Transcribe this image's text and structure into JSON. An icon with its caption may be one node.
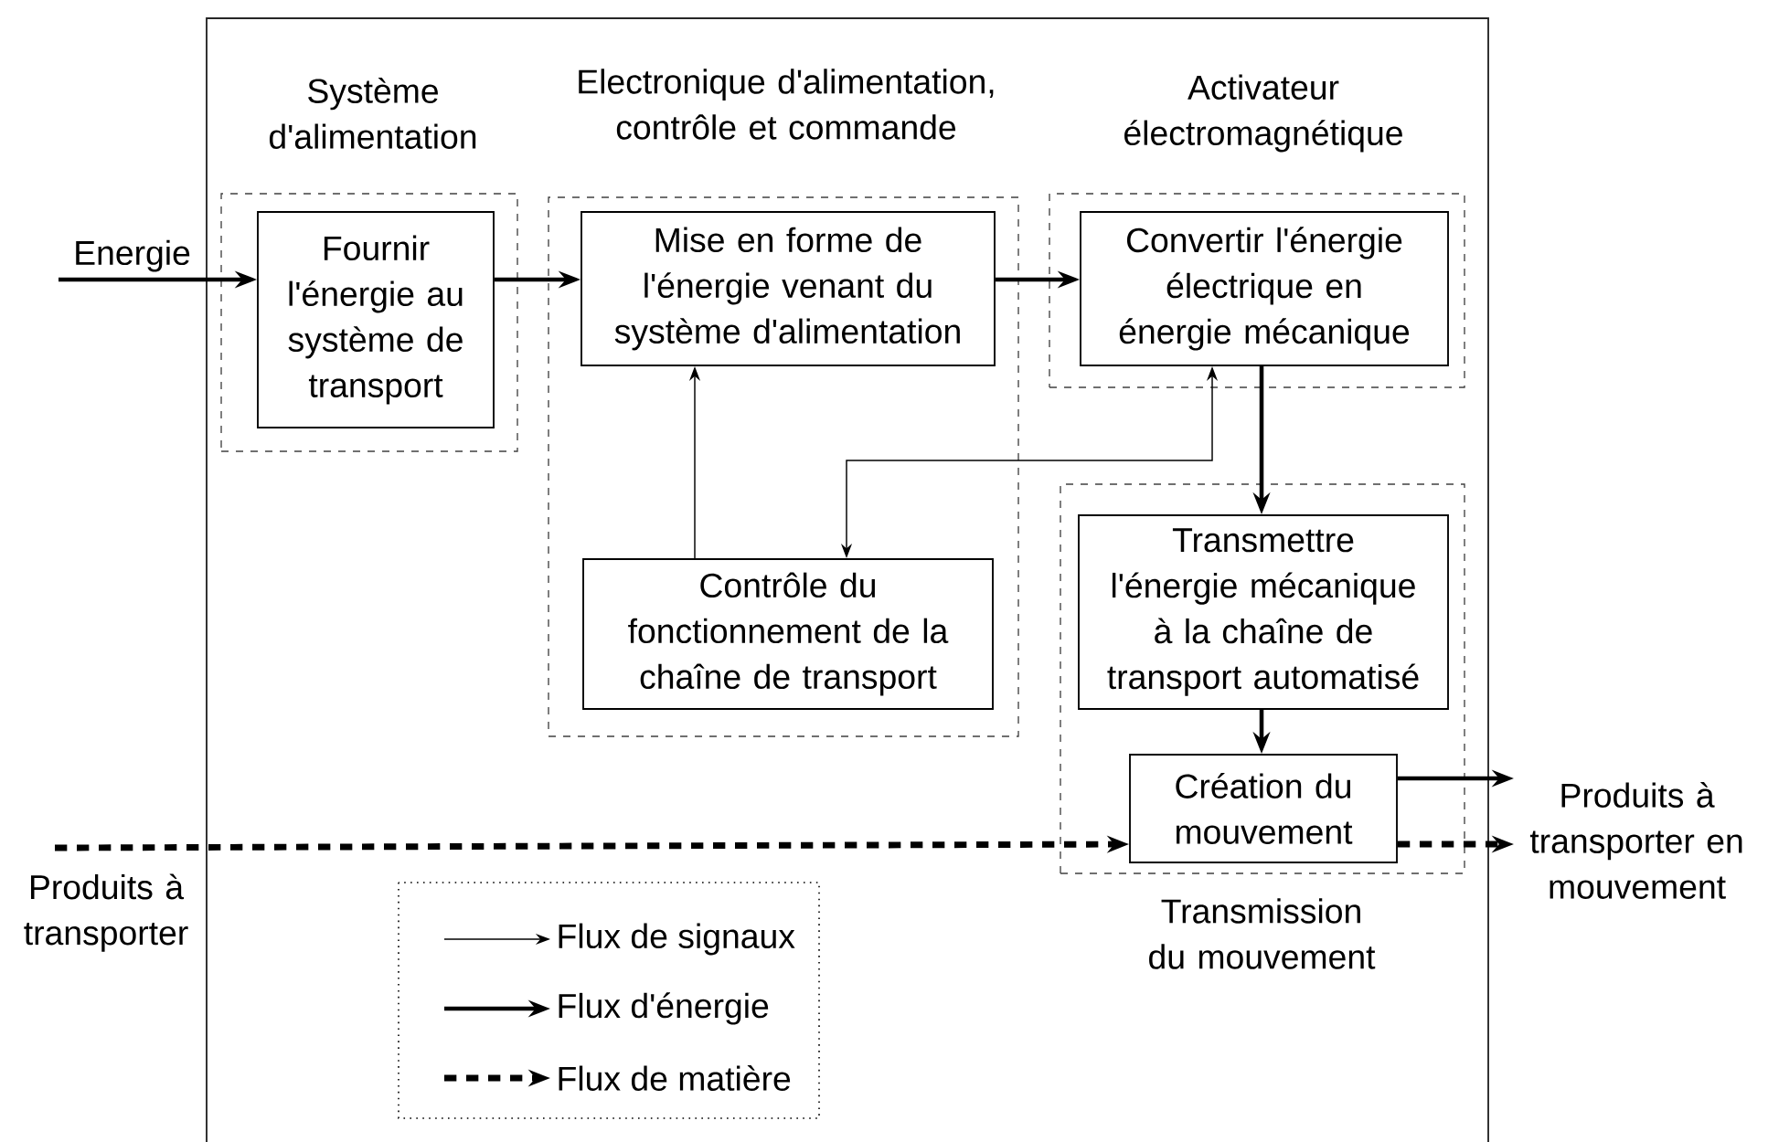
{
  "diagram": {
    "nodes": [
      {
        "text": [
          "Système d'alimentation"
        ]
      },
      {
        "text": [
          "Fournir l'énergie au système de transport"
        ],
        "in": 0
      },
      {
        "text": [
          "Electronique d'alimentation, contrôle et commande"
        ]
      },
      {
        "text": [
          "Mise en forme de l'énergie venant du système d'alimentation"
        ],
        "in": 2
      },
      {
        "text": [
          "Contrôle du fonctionnement de la chaîne de transport"
        ],
        "in": 2
      },
      {
        "text": [
          "Activateur électromagnétique"
        ]
      },
      {
        "text": [
          "Convertir l'énergie électrique en énergie mécanique"
        ],
        "in": 5
      },
      {
        "text": [
          "Transmission du mouvement"
        ]
      },
      {
        "text": [
          "Transmettre l'énergie mécanique à la chaîne de transport automatisé"
        ],
        "in": 7
      },
      {
        "text": [
          "Création du mouvement"
        ],
        "in": 7
      },
      {
        "text": [
          "Energie"
        ]
      },
      {
        "text": [
          "Produits à transporter"
        ]
      },
      {
        "text": [
          "Produits à transporter en mouvement"
        ]
      }
    ],
    "edges": [
      {
        "from": 10,
        "to": 1,
        "arrow": "to"
      },
      {
        "from": 1,
        "to": 3,
        "arrow": "to"
      },
      {
        "from": 3,
        "to": 6,
        "arrow": "to"
      },
      {
        "from": 4,
        "to": 3,
        "arrow": "to"
      },
      {
        "from": 4,
        "to": 6,
        "arrow": "both"
      },
      {
        "from": 6,
        "to": 8,
        "arrow": "to"
      },
      {
        "from": 8,
        "to": 9,
        "arrow": "to"
      },
      {
        "from": 9,
        "to": 12,
        "arrow": "to"
      },
      {
        "from": 11,
        "to": 9,
        "arrow": "to",
        "style": "dashed"
      },
      {
        "from": 9,
        "to": 12,
        "arrow": "to",
        "style": "dashed"
      }
    ],
    "legend": [
      {
        "text": "Flux de signaux"
      },
      {
        "text": "Flux d'énergie"
      },
      {
        "text": "Flux de matière"
      }
    ]
  }
}
